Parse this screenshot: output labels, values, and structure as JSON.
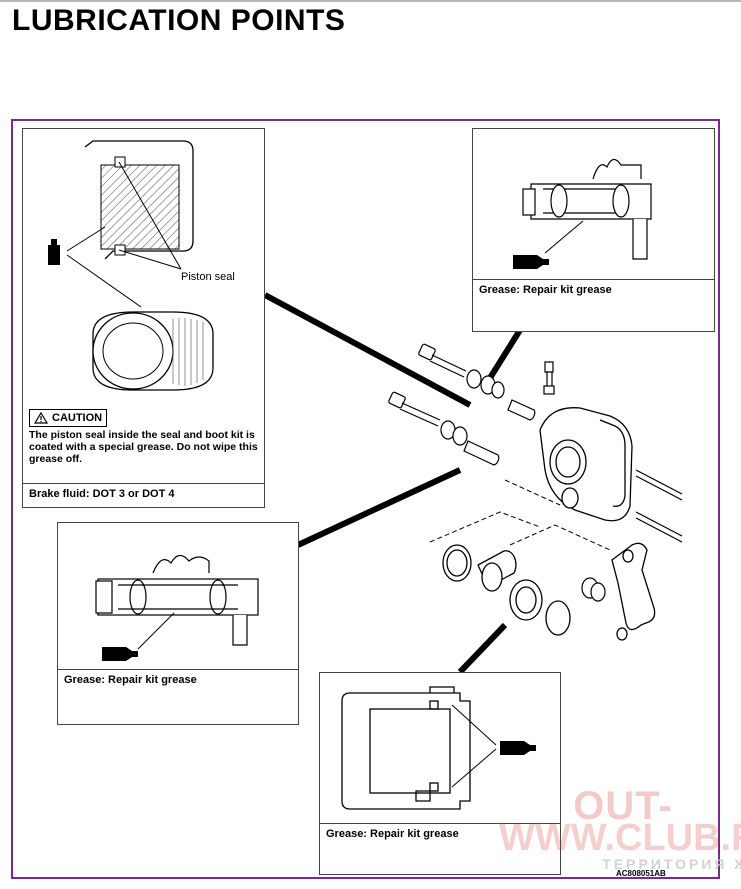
{
  "page": {
    "title": "LUBRICATION POINTS"
  },
  "callouts": {
    "top_left": {
      "piston_seal_label": "Piston seal",
      "caution_label": "CAUTION",
      "caution_text": "The piston seal inside the seal and boot kit is coated with a special grease. Do not wipe this grease off.",
      "caption": "Brake fluid: DOT 3 or DOT 4"
    },
    "top_right": {
      "caption": "Grease: Repair kit grease"
    },
    "middle_left": {
      "caption": "Grease: Repair kit grease"
    },
    "bottom_right": {
      "caption": "Grease: Repair kit grease"
    }
  },
  "figure": {
    "code": "AC808051AB"
  },
  "watermark": {
    "line1": "OUT-",
    "line2": "WWW.CLUB.RU",
    "line3": "ТЕРРИТОРИЯ ЖЖЕ"
  },
  "colors": {
    "frame": "#7a2a8a",
    "watermark": "#d63c3c"
  }
}
